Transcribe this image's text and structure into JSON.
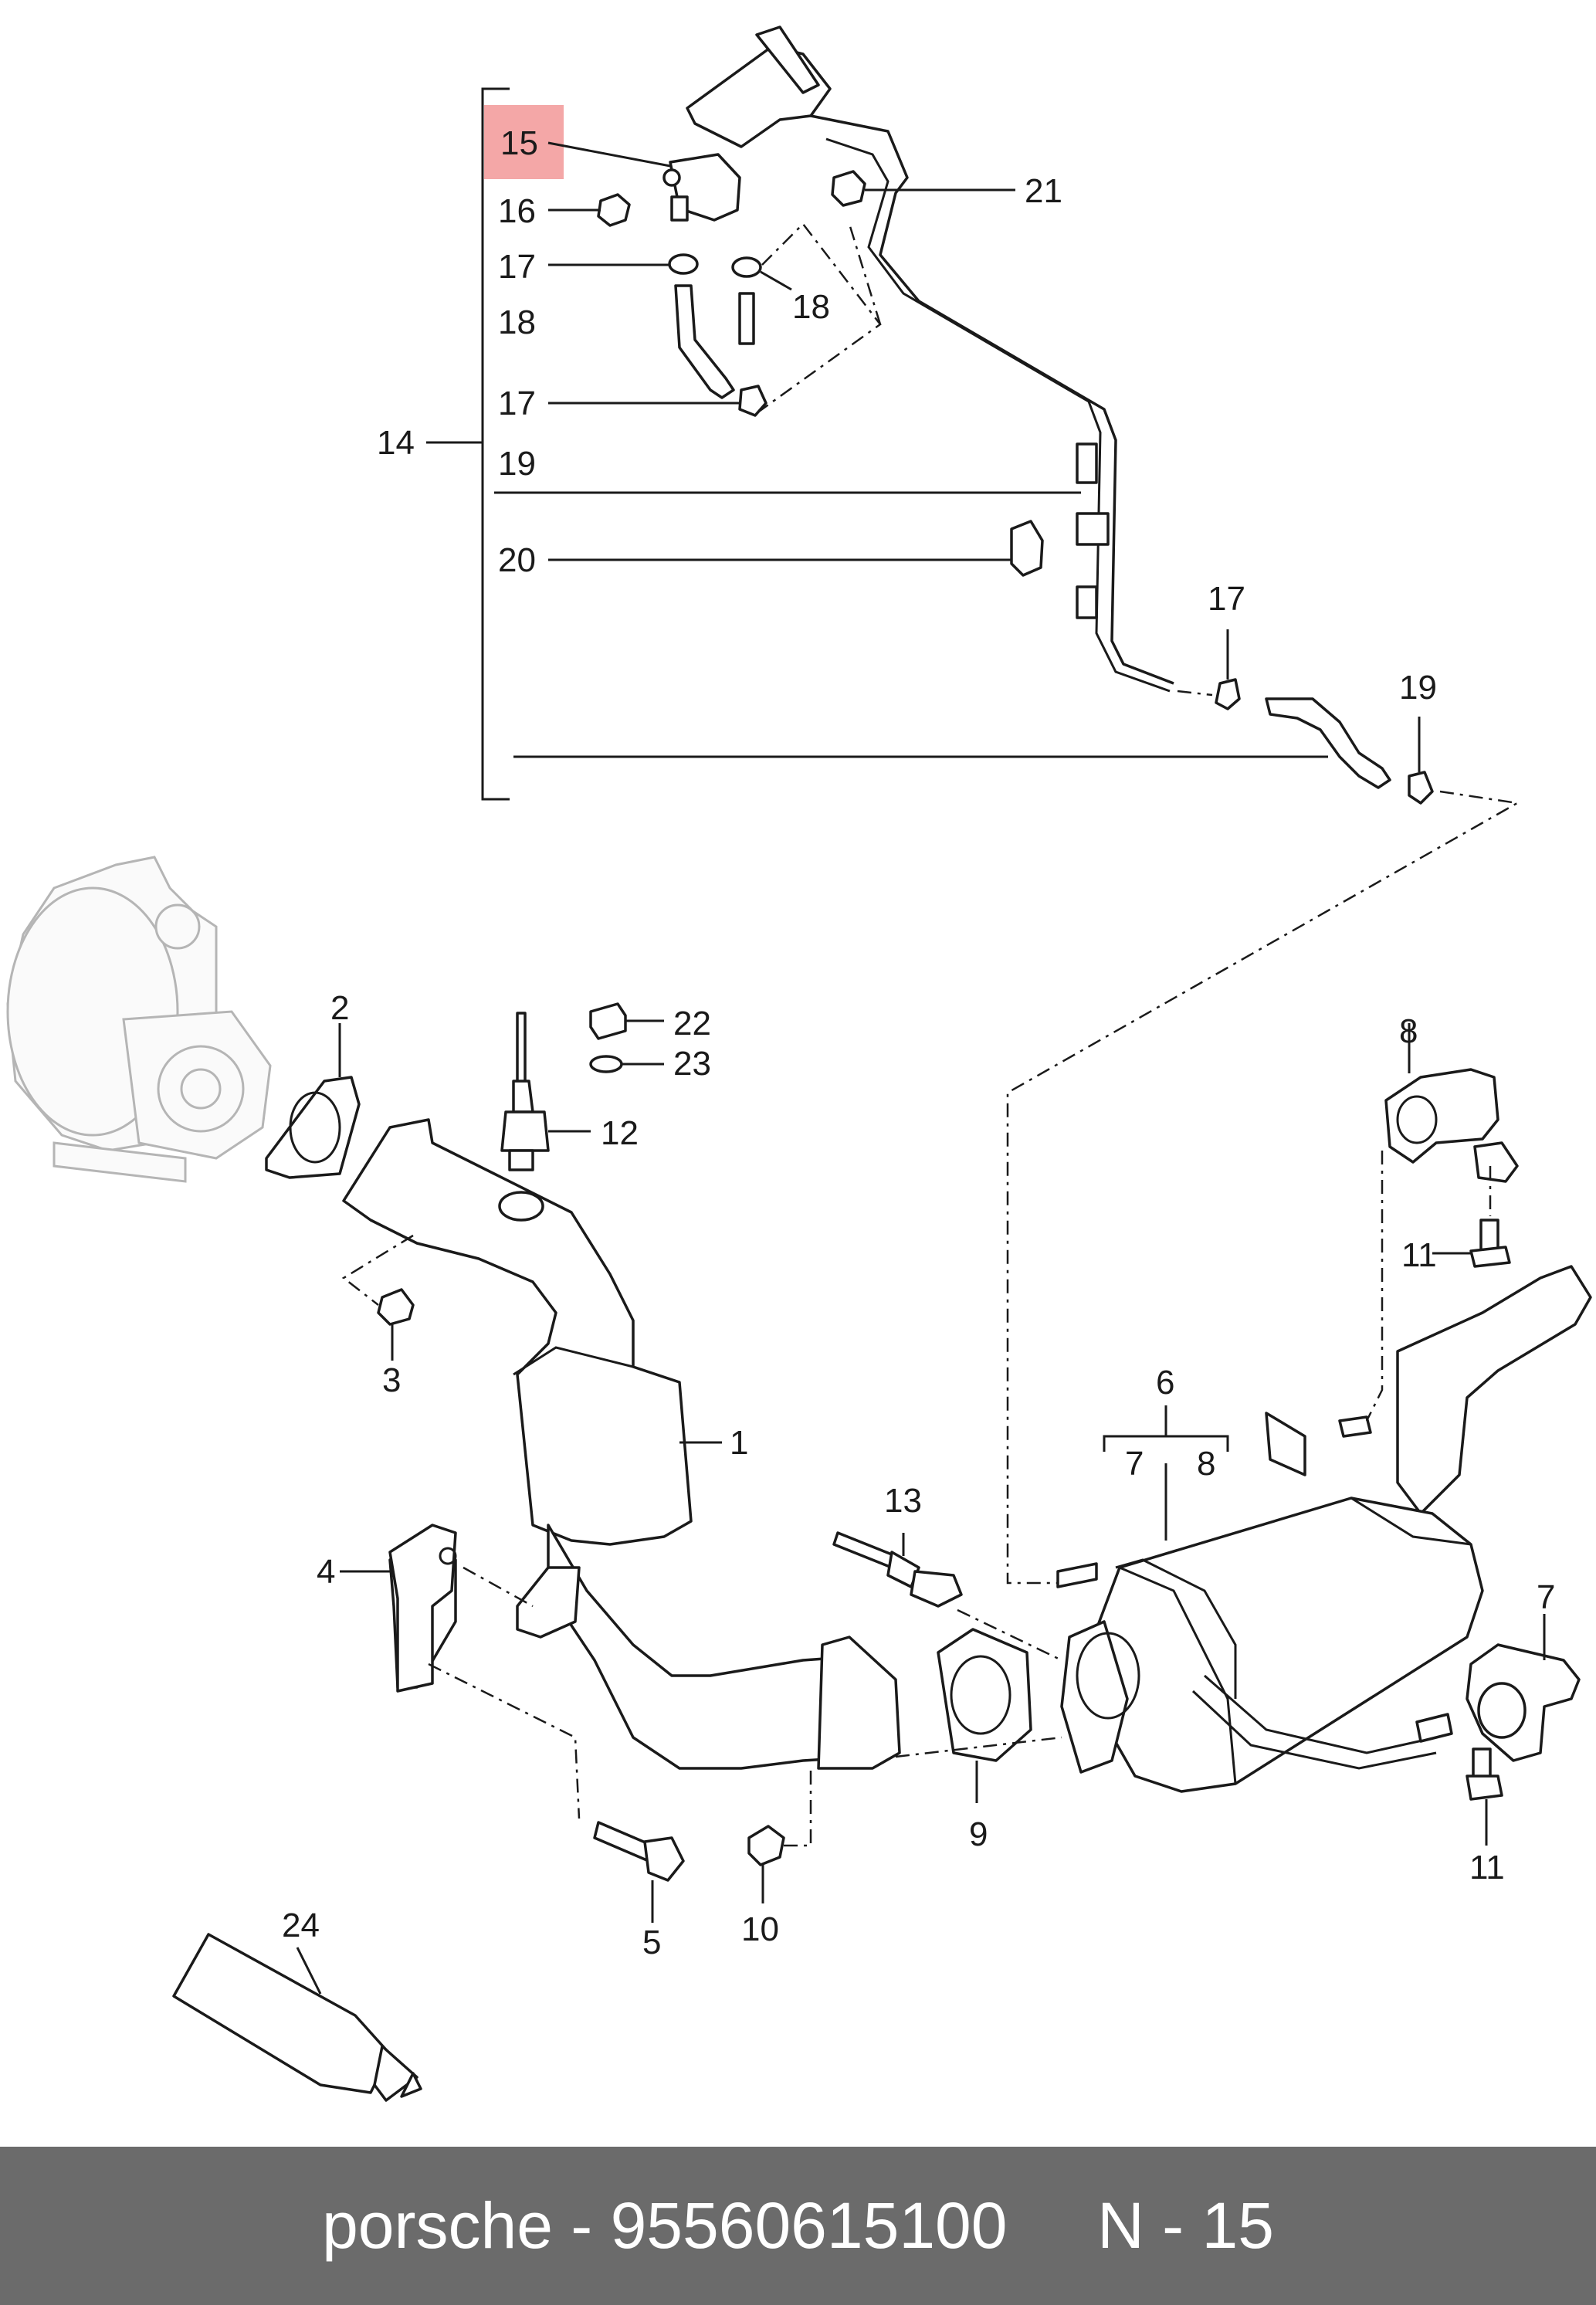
{
  "colors": {
    "highlight": "#f4a7a7",
    "footer_bg": "#6b6b6b",
    "footer_text": "#ffffff",
    "line": "#1a1a1a"
  },
  "callouts": {
    "c15": "15",
    "c16": "16",
    "c17a": "17",
    "c18a": "18",
    "c18b": "18",
    "c17b": "17",
    "c14": "14",
    "c19a": "19",
    "c20": "20",
    "c21": "21",
    "c17c": "17",
    "c19b": "19",
    "c2": "2",
    "c22": "22",
    "c23": "23",
    "c12": "12",
    "c3": "3",
    "c1": "1",
    "c8": "8",
    "c11a": "11",
    "c6": "6",
    "c7a": "7",
    "c8b": "8",
    "c13": "13",
    "c4": "4",
    "c7b": "7",
    "c9": "9",
    "c5": "5",
    "c10": "10",
    "c11b": "11",
    "c24": "24"
  },
  "footer": {
    "brand": "porsche",
    "separator": " - ",
    "part_number": "95560615100",
    "gap": "     ",
    "section": "N - 15"
  }
}
